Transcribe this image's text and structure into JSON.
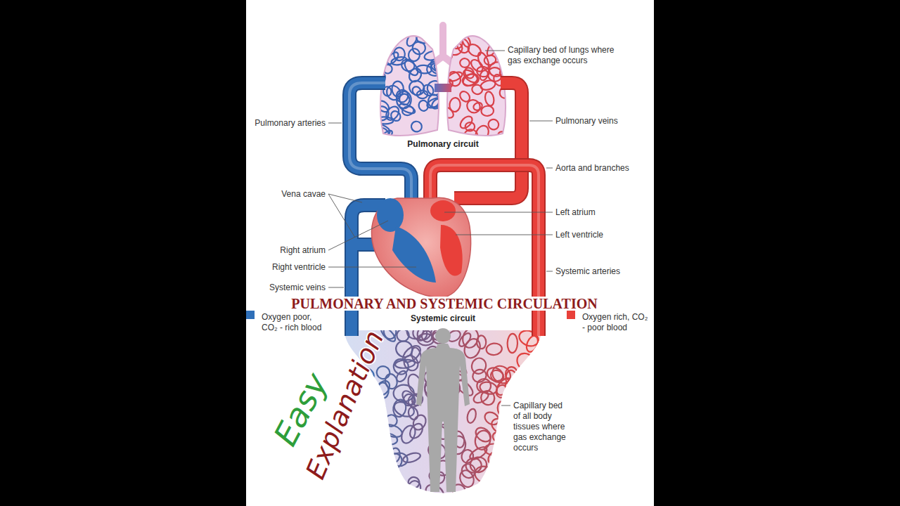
{
  "diagram": {
    "title": "PULMONARY AND SYSTEMIC CIRCULATION",
    "labels": [
      "Capillary bed of lungs where gas exchange occurs",
      "Pulmonary arteries",
      "Pulmonary circuit",
      "Pulmonary veins",
      "Aorta and branches",
      "Vena cavae",
      "Left atrium",
      "Left ventricle",
      "Right atrium",
      "Right ventricle",
      "Systemic arteries",
      "Systemic veins",
      "Systemic circuit",
      "Capillary bed of all body tissues where gas exchange occurs",
      "Easy",
      "Explanation"
    ],
    "legend": [
      {
        "text": "Oxygen poor, CO₂ - rich blood",
        "color": "#2f6fb8"
      },
      {
        "text": "Oxygen rich, CO₂ - poor blood",
        "color": "#e8403a"
      }
    ]
  }
}
